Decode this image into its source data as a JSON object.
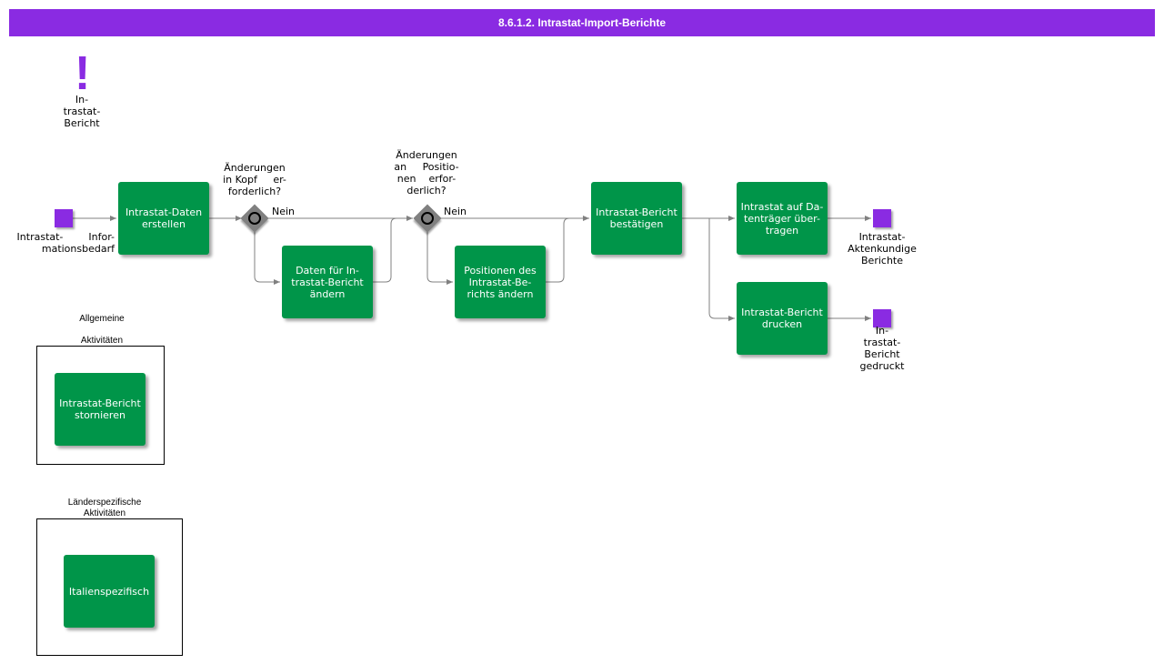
{
  "title": "8.6.1.2. Intrastat-Import-Berichte",
  "trigger_label": "In-\ntrastat-\nBericht",
  "events": {
    "start": "Intrastat-        Infor-\nmationsbedarf",
    "end_transfer": "Intrastat-\nAktenkundige\nBerichte",
    "end_print": "In-\ntrastat-\nBericht\ngedruckt"
  },
  "gateways": {
    "header_change": "Änderungen\nin Kopf     er-\nforderlich?",
    "position_change": "Änderungen\nan     Positio-\nnen    erfor-\nderlich?"
  },
  "flow_labels": {
    "no_1": "Nein",
    "no_2": "Nein"
  },
  "tasks": {
    "create_data": "Intrastat-Daten\nerstellen",
    "change_header": "Daten für In-\ntrastat-Bericht\nändern",
    "change_positions": "Positionen des\nIntrastat-Be-\nrichts ändern",
    "confirm": "Intrastat-Bericht\nbestätigen",
    "transfer": "Intrastat auf Da-\ntenträger über-\ntragen",
    "print": "Intrastat-Bericht\ndrucken",
    "cancel": "Intrastat-Bericht\nstornieren",
    "italy": "Italienspezifisch"
  },
  "groups": {
    "general": "Allgemeine\n\nAktivitäten",
    "country": "Länderspezifische\nAktivitäten"
  },
  "colors": {
    "accent": "#8a2be2",
    "task": "#009549",
    "gateway": "#808080",
    "connector": "#808080"
  }
}
